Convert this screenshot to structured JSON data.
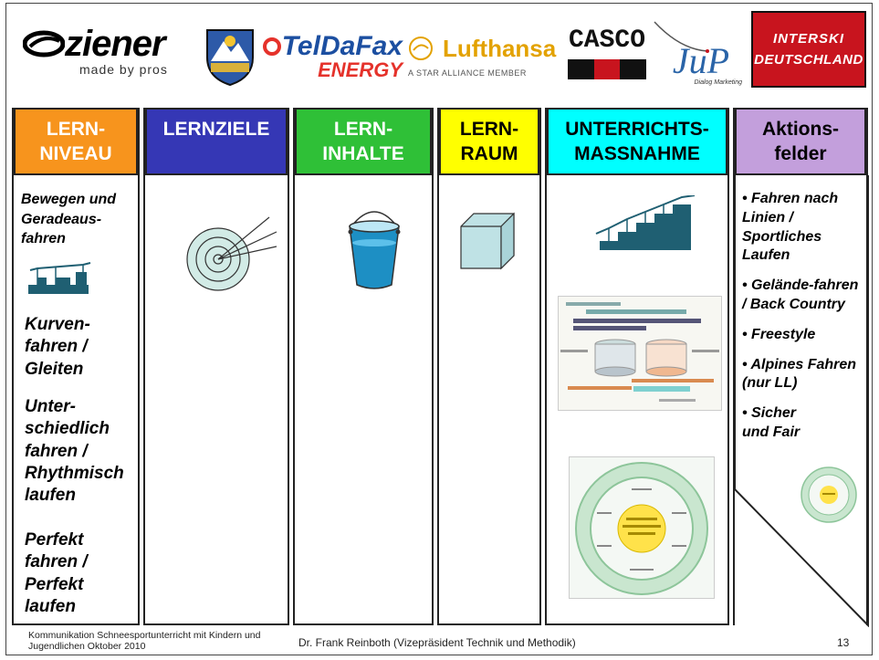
{
  "logos": {
    "ziener": {
      "name": "ziener",
      "tagline": "made by pros"
    },
    "teldafax": {
      "name": "TelDaFax",
      "sub": "ENERGY"
    },
    "lufthansa": {
      "name": "Lufthansa",
      "sub": "A STAR ALLIANCE MEMBER"
    },
    "casco": {
      "name": "CASCO"
    },
    "jup": {
      "name": "JuP",
      "sub": "Dialog Marketing"
    },
    "interski": {
      "line1": "INTERSKI",
      "line2": "DEUTSCHLAND"
    }
  },
  "columns": [
    {
      "id": "lernniveau",
      "header": "LERN-\nNIVEAU",
      "color": "#f7941d",
      "text_color": "#ffffff"
    },
    {
      "id": "lernziele",
      "header": "LERNZIELE",
      "color": "#3537b5",
      "text_color": "#ffffff"
    },
    {
      "id": "lerninhalte",
      "header": "LERN-\nINHALTE",
      "color": "#2fc037",
      "text_color": "#ffffff"
    },
    {
      "id": "lernraum",
      "header": "LERN-\nRAUM",
      "color": "#ffff00",
      "text_color": "#000000"
    },
    {
      "id": "unterricht",
      "header": "UNTERRICHTS-\nMASSNAHME",
      "color": "#00ffff",
      "text_color": "#000000"
    },
    {
      "id": "aktion",
      "header": "Aktions-\nfelder",
      "color": "#c39fdc",
      "text_color": "#000000"
    }
  ],
  "lernniveau_items": [
    "Bewegen und Geradeaus-fahren",
    "Kurven-\nfahren /\nGleiten",
    "Unter-\nschiedlich\nfahren /\nRhythmisch\nlaufen",
    "Perfekt\nfahren /\nPerfekt\nlaufen"
  ],
  "aktionsfelder": [
    "Fahren nach Linien / Sportliches Laufen",
    "Gelände-fahren / Back Country",
    "Freestyle",
    "Alpines Fahren (nur LL)",
    "Sicher und Fair"
  ],
  "footer": {
    "left": "Kommunikation Schneesportunterricht mit Kindern und Jugendlichen Oktober 2010",
    "center": "Dr. Frank Reinboth (Vizepräsident Technik und Methodik)",
    "page": "13"
  },
  "colors": {
    "teal": "#1f5f72",
    "bucket": "#1d8fc4",
    "cube": "#bfe2e5"
  }
}
